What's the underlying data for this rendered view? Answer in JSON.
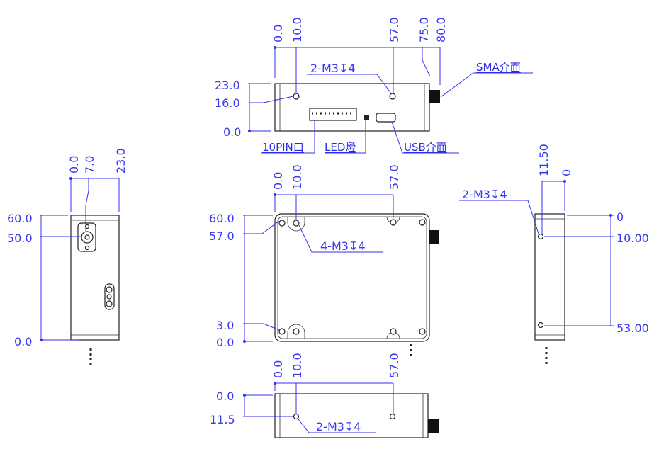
{
  "top_view": {
    "x_dims": [
      "0.0",
      "10.0",
      "57.0",
      "75.0",
      "80.0"
    ],
    "y_dims": [
      "23.0",
      "16.0",
      "0.0"
    ],
    "hole_callout": "2-M3↧4",
    "labels": {
      "sma": "SMA介面",
      "pin": "10PIN口",
      "led": "LED燈",
      "usb": "USB介面"
    }
  },
  "side_view_left": {
    "x_dims": [
      "0.0",
      "7.0",
      "23.0"
    ],
    "y_dims": [
      "60.0",
      "50.0",
      "0.0"
    ]
  },
  "front_view": {
    "x_dims": [
      "0.0",
      "10.0",
      "57.0"
    ],
    "y_dims": [
      "60.0",
      "57.0",
      "3.0",
      "0.0"
    ],
    "hole_callout": "4-M3↧4"
  },
  "side_view_right": {
    "x_dims": [
      "11.50",
      "0"
    ],
    "y_dims": [
      "0",
      "10.00",
      "53.00"
    ],
    "hole_callout": "2-M3↧4"
  },
  "bottom_view": {
    "x_dims": [
      "0.0",
      "10.0",
      "57.0"
    ],
    "y_dims": [
      "0.0",
      "11.5"
    ],
    "hole_callout": "2-M3↧4"
  }
}
